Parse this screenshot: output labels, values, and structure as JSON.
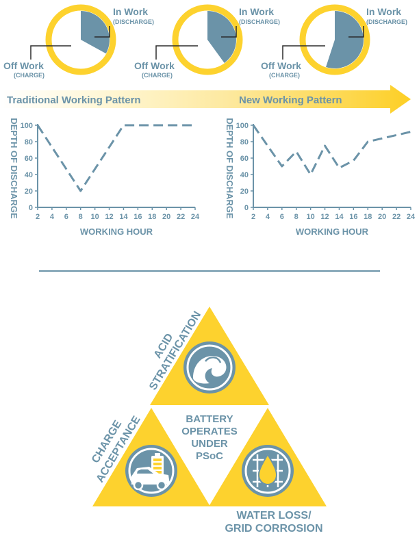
{
  "colors": {
    "slate": "#6b93a8",
    "yellow": "#fdd22e",
    "yellow_light": "#fff6cf",
    "line_dark": "#2b2b2b",
    "white": "#ffffff"
  },
  "pies": [
    {
      "in_work_label": "In Work",
      "in_work_sub": "(DISCHARGE)",
      "off_work_label": "Off Work",
      "off_work_sub": "(CHARGE)",
      "discharge_fraction": 0.33
    },
    {
      "in_work_label": "In Work",
      "in_work_sub": "(DISCHARGE)",
      "off_work_label": "Off Work",
      "off_work_sub": "(CHARGE)",
      "discharge_fraction": 0.4
    },
    {
      "in_work_label": "In Work",
      "in_work_sub": "(DISCHARGE)",
      "off_work_label": "Off Work",
      "off_work_sub": "(CHARGE)",
      "discharge_fraction": 0.55
    }
  ],
  "pattern_arrow": {
    "left_label": "Traditional Working Pattern",
    "right_label": "New Working Pattern"
  },
  "chart_data": [
    {
      "type": "line",
      "xlabel": "WORKING HOUR",
      "ylabel": "DEPTH OF DISCHARGE",
      "xlim": [
        2,
        24
      ],
      "ylim": [
        0,
        100
      ],
      "x_ticks": [
        2,
        4,
        6,
        8,
        10,
        12,
        14,
        16,
        18,
        20,
        22,
        24
      ],
      "y_ticks": [
        0,
        20,
        40,
        60,
        80,
        100
      ],
      "grid": false,
      "series": [
        {
          "x": [
            2,
            8,
            14,
            24
          ],
          "y": [
            100,
            20,
            100,
            100
          ]
        }
      ]
    },
    {
      "type": "line",
      "xlabel": "WORKING HOUR",
      "ylabel": "DEPTH OF DISCHARGE",
      "xlim": [
        2,
        24
      ],
      "ylim": [
        0,
        100
      ],
      "x_ticks": [
        2,
        4,
        6,
        8,
        10,
        12,
        14,
        16,
        18,
        20,
        22,
        24
      ],
      "y_ticks": [
        0,
        20,
        40,
        60,
        80,
        100
      ],
      "grid": false,
      "series": [
        {
          "x": [
            2,
            6,
            8,
            10,
            12,
            14,
            16,
            18,
            24
          ],
          "y": [
            100,
            50,
            68,
            40,
            75,
            48,
            57,
            80,
            92
          ]
        }
      ]
    }
  ],
  "triangle": {
    "center_lines": [
      "BATTERY",
      "OPERATES",
      "UNDER",
      "PSoC"
    ],
    "top_lines": [
      "ACID",
      "STRATIFICATION"
    ],
    "left_lines": [
      "CHARGE",
      "ACCEPTANCE"
    ],
    "bottom_lines": [
      "WATER LOSS/",
      "GRID CORROSION"
    ],
    "icons": {
      "top": "water-wave-icon",
      "left": "car-battery-icon",
      "right": "grid-droplet-icon"
    }
  }
}
